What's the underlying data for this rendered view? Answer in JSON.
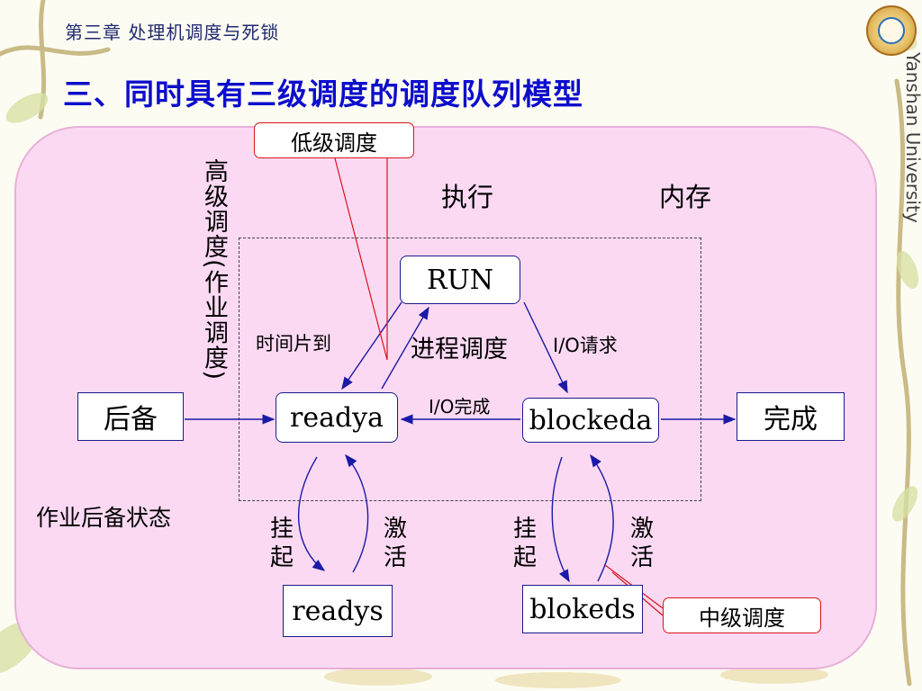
{
  "header": {
    "chapter": "第三章  处理机调度与死锁",
    "title": "三、同时具有三级调度的调度队列模型",
    "university": "Yanshan University"
  },
  "diagram": {
    "high_level": "高级调度(作业调度)",
    "memory": "内存",
    "execute": "执行",
    "low_level": "低级调度",
    "mid_level": "中级调度",
    "backup": "后备",
    "job_backup_state": "作业后备状态",
    "complete": "完成",
    "run": "RUN",
    "readya": "readya",
    "blockeda": "blockeda",
    "readys": "readys",
    "blokeds": "blokeds",
    "timeslice": "时间片到",
    "dispatch": "进程调度",
    "io_request": "I/O请求",
    "io_done": "I/O完成",
    "suspend_left": "挂起",
    "activate_left": "激活",
    "suspend_right": "挂起",
    "activate_right": "激活"
  },
  "colors": {
    "title": "#0d0dcc",
    "panel": "#fbd9f3",
    "arrow": "#1a1aa6",
    "callout_border": "#d8141a"
  }
}
